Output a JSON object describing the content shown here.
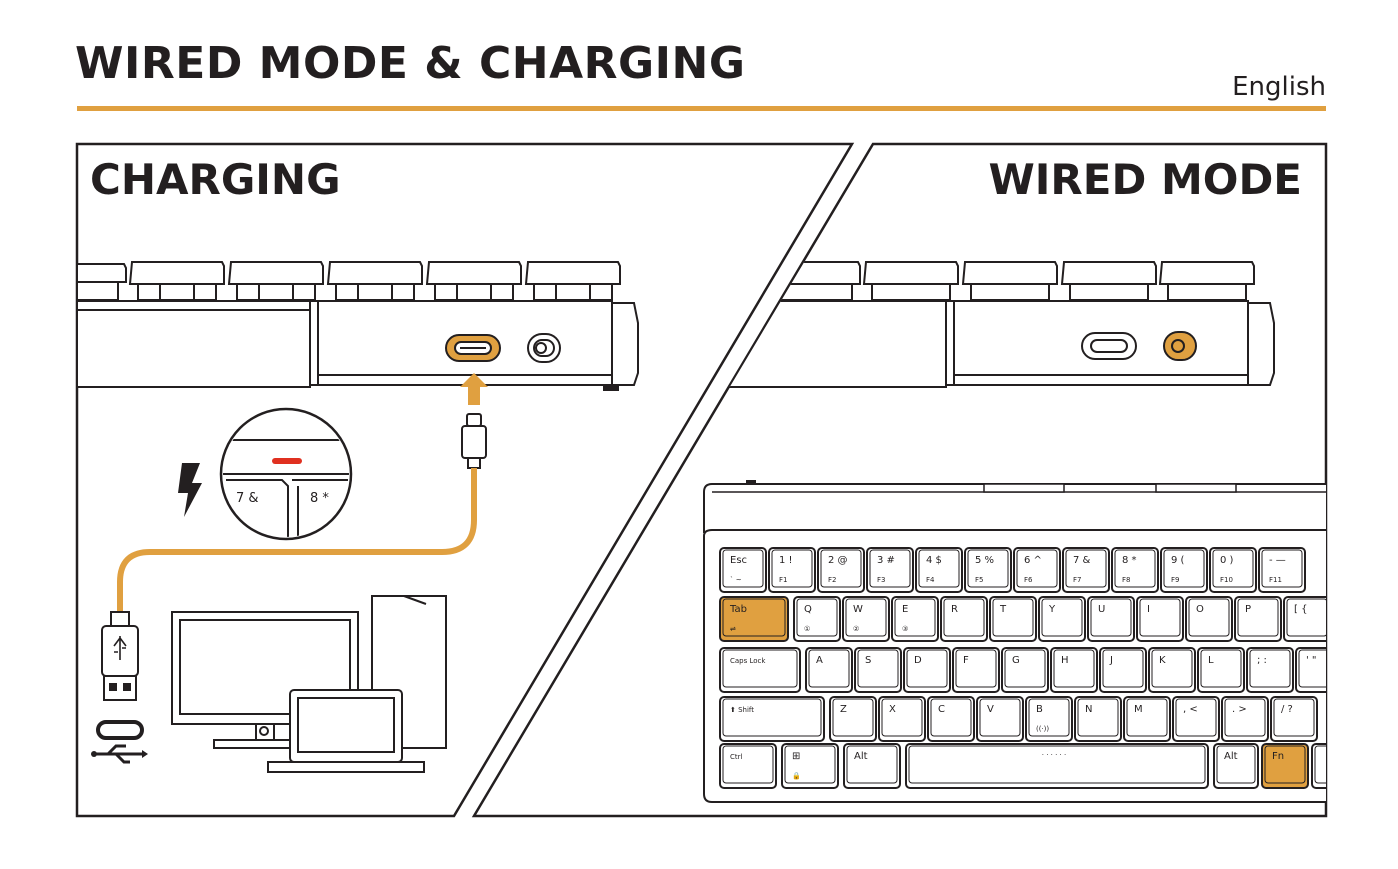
{
  "header": {
    "title": "WIRED MODE & CHARGING",
    "language": "English"
  },
  "panels": {
    "charging": {
      "heading": "CHARGING"
    },
    "wired": {
      "heading": "WIRED MODE"
    }
  },
  "zoom_inset": {
    "keys": [
      "7 &",
      "8 *"
    ]
  },
  "keyboard": {
    "row1": [
      {
        "top": "Esc",
        "bottom": "` ~"
      },
      {
        "top": "1 !",
        "bottom": "F1"
      },
      {
        "top": "2 @",
        "bottom": "F2"
      },
      {
        "top": "3 #",
        "bottom": "F3"
      },
      {
        "top": "4 $",
        "bottom": "F4"
      },
      {
        "top": "5 %",
        "bottom": "F5"
      },
      {
        "top": "6 ^",
        "bottom": "F6"
      },
      {
        "top": "7 &",
        "bottom": "F7"
      },
      {
        "top": "8 *",
        "bottom": "F8"
      },
      {
        "top": "9 (",
        "bottom": "F9"
      },
      {
        "top": "0 )",
        "bottom": "F10"
      },
      {
        "top": "- —",
        "bottom": "F11"
      }
    ],
    "row2": [
      {
        "top": "Q",
        "bottom": "①"
      },
      {
        "top": "W",
        "bottom": "②"
      },
      {
        "top": "E",
        "bottom": "③"
      },
      {
        "top": "R",
        "bottom": ""
      },
      {
        "top": "T",
        "bottom": ""
      },
      {
        "top": "Y",
        "bottom": ""
      },
      {
        "top": "U",
        "bottom": ""
      },
      {
        "top": "I",
        "bottom": ""
      },
      {
        "top": "O",
        "bottom": ""
      },
      {
        "top": "P",
        "bottom": ""
      },
      {
        "top": "[ {",
        "bottom": ""
      }
    ],
    "tab": {
      "top": "Tab",
      "bottom": "⇌"
    },
    "row3": [
      "A",
      "S",
      "D",
      "F",
      "G",
      "H",
      "J",
      "K",
      "L",
      "; :",
      "' \""
    ],
    "caps_lock": "Caps Lock",
    "row4": [
      {
        "top": "Z",
        "bottom": ""
      },
      {
        "top": "X",
        "bottom": ""
      },
      {
        "top": "C",
        "bottom": ""
      },
      {
        "top": "V",
        "bottom": ""
      },
      {
        "top": "B",
        "bottom": "((·))"
      },
      {
        "top": "N",
        "bottom": ""
      },
      {
        "top": "M",
        "bottom": ""
      },
      {
        "top": ", <",
        "bottom": ""
      },
      {
        "top": ". >",
        "bottom": ""
      },
      {
        "top": "/ ?",
        "bottom": ""
      }
    ],
    "shift": "⬆ Shift",
    "ctrl": "Ctrl",
    "win": "⊞",
    "lock": "🔒",
    "alt_left": "Alt",
    "space_dots": "· · · · · ·",
    "alt_right": "Alt",
    "fn": "Fn"
  },
  "colors": {
    "accent": "#e0a040",
    "ink": "#231f20",
    "led_red": "#e03020"
  }
}
